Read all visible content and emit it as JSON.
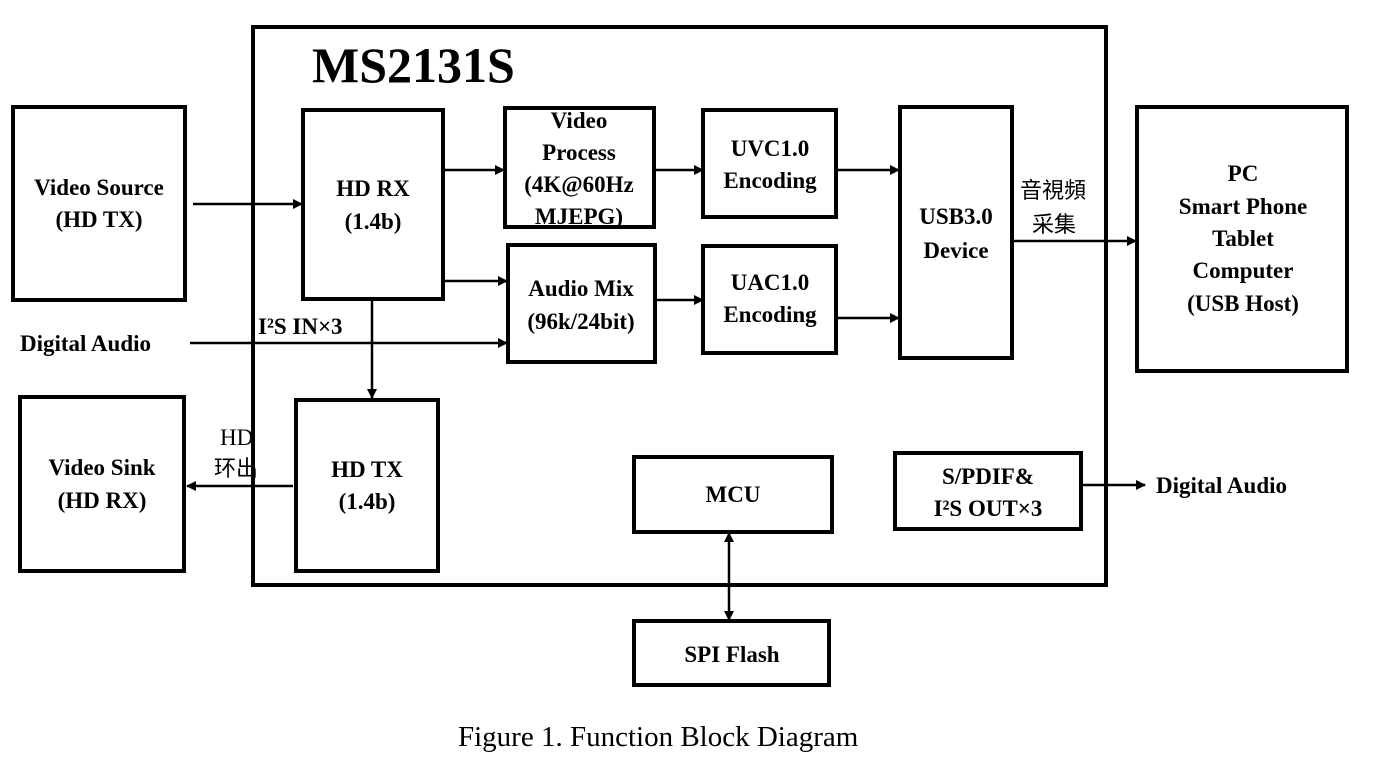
{
  "chip": {
    "title": "MS2131S"
  },
  "blocks": {
    "video_source": [
      "Video Source",
      "(HD TX)"
    ],
    "hd_rx": [
      "HD RX",
      "(1.4b)"
    ],
    "video_process": [
      "Video",
      "Process",
      "(4K@60Hz",
      "MJEPG)"
    ],
    "uvc": [
      "UVC1.0",
      "Encoding"
    ],
    "usb": [
      "USB3.0",
      "Device"
    ],
    "host": [
      "PC",
      "Smart Phone",
      "Tablet",
      "Computer",
      "(USB Host)"
    ],
    "audio_mix": [
      "Audio Mix",
      "(96k/24bit)"
    ],
    "uac": [
      "UAC1.0",
      "Encoding"
    ],
    "video_sink": [
      "Video Sink",
      "(HD RX)"
    ],
    "hd_tx": [
      "HD TX",
      "(1.4b)"
    ],
    "mcu": [
      "MCU"
    ],
    "spdif": [
      "S/PDIF&",
      "I²S OUT×3"
    ],
    "spi_flash": [
      "SPI Flash"
    ]
  },
  "labels": {
    "digital_audio_in": "Digital Audio",
    "i2s_in": "I²S IN×3",
    "av_capture": [
      "音視頻",
      "采集"
    ],
    "hd_loopout": [
      "HD",
      "环出"
    ],
    "digital_audio_out": "Digital Audio"
  },
  "caption": "Figure 1. Function Block Diagram"
}
